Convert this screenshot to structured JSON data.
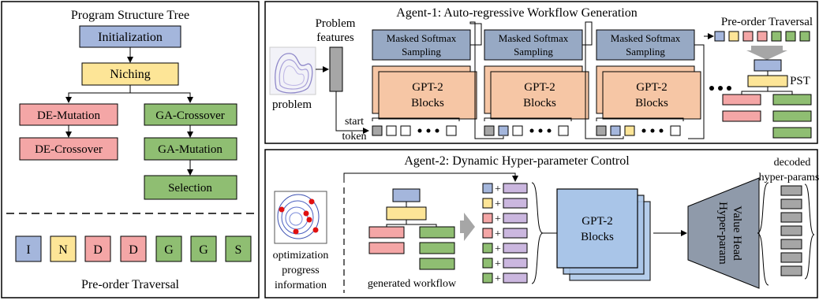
{
  "left_panel": {
    "tree_title": "Program Structure Tree",
    "nodes": {
      "initialization": "Initialization",
      "niching": "Niching",
      "de_mutation": "DE-Mutation",
      "de_crossover": "DE-Crossover",
      "ga_crossover": "GA-Crossover",
      "ga_mutation": "GA-Mutation",
      "selection": "Selection"
    },
    "traversal_tokens": [
      "I",
      "N",
      "D",
      "D",
      "G",
      "G",
      "S"
    ],
    "traversal_caption": "Pre-order Traversal"
  },
  "agent1": {
    "title": "Agent-1: Auto-regressive Workflow Generation",
    "problem_features": "Problem features",
    "problem_features_line1": "Problem",
    "problem_features_line2": "features",
    "problem_label": "problem",
    "start_token_line1": "start",
    "start_token_line2": "token",
    "softmax_line1": "Masked Softmax",
    "softmax_line2": "Sampling",
    "gpt_line1": "GPT-2",
    "gpt_line2": "Blocks",
    "preorder_label": "Pre-order Traversal",
    "pst_label": "PST"
  },
  "agent2": {
    "title": "Agent-2: Dynamic Hyper-parameter Control",
    "opt_line1": "optimization",
    "opt_line2": "progress",
    "opt_line3": "information",
    "generated_workflow": "generated workflow",
    "gpt_line1": "GPT-2",
    "gpt_line2": "Blocks",
    "value_head_line1": "Hyper-param",
    "value_head_line2": "Value Head",
    "decoded_line1": "decoded",
    "decoded_line2": "hyper-params",
    "plus": "+"
  },
  "colors": {
    "blue": "#a4b6dc",
    "yellow": "#fde597",
    "red": "#f4a6a6",
    "green": "#8fbe72",
    "gray": "#a6a6a6",
    "softmax": "#97a9c4",
    "gpt_orange": "#f6c6a5",
    "gpt_blue": "#a9c5e8",
    "purple": "#cbb7df",
    "value_head": "#8f9aaa"
  }
}
